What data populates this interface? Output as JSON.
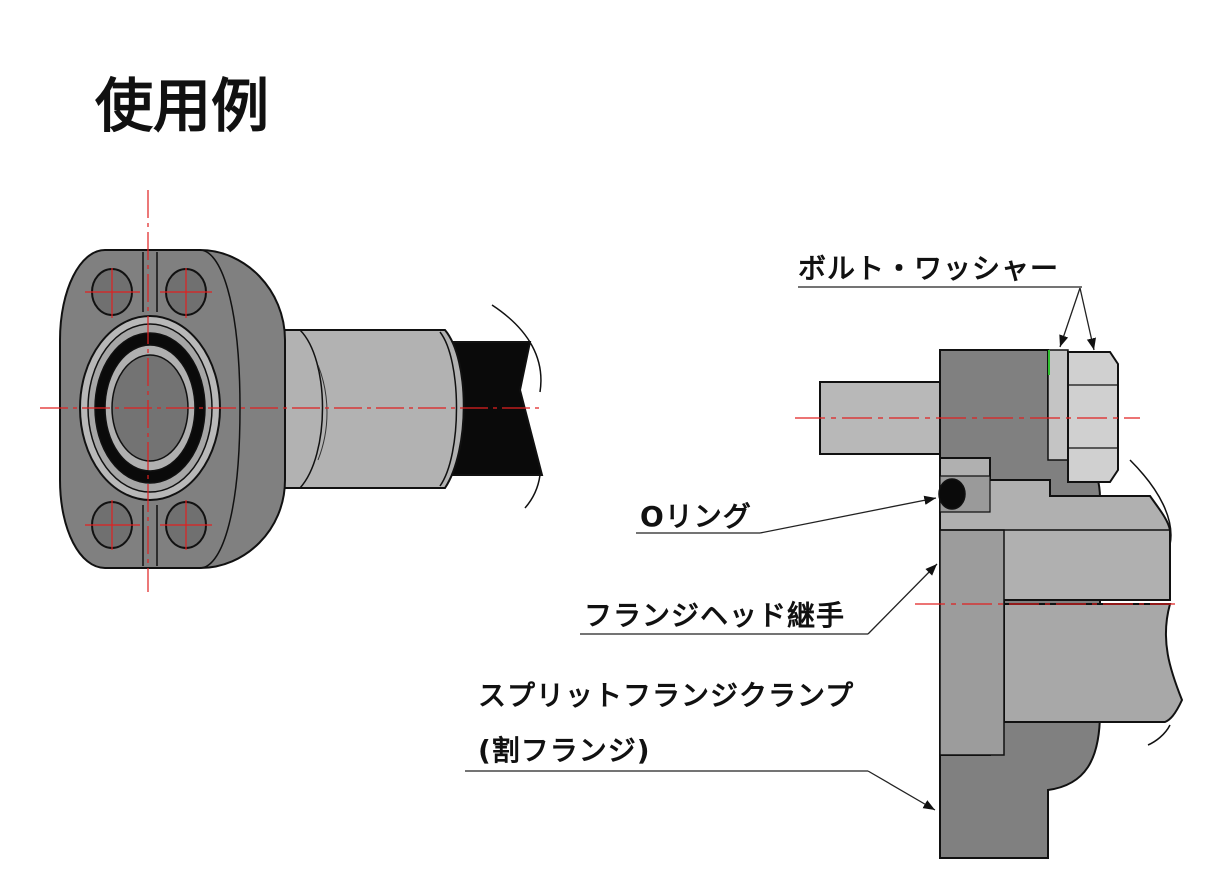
{
  "title": "使用例",
  "labels": {
    "bolt_washer": "ボルト・ワッシャー",
    "o_ring": "Oリング",
    "flange_head_fitting": "フランジヘッド継手",
    "split_flange_clamp": "スプリットフランジクランプ",
    "split_flange_clamp_sub": "(割フランジ)"
  },
  "colors": {
    "flange_body": "#808080",
    "flange_edge": "#6e6e6e",
    "fitting_light": "#b0b0b0",
    "fitting_mid": "#9a9a9a",
    "hose_black": "#0a0a0a",
    "bolt_hole": "#707070",
    "center_line": "#e02020",
    "outline": "#111111",
    "leader_line": "#222222"
  }
}
